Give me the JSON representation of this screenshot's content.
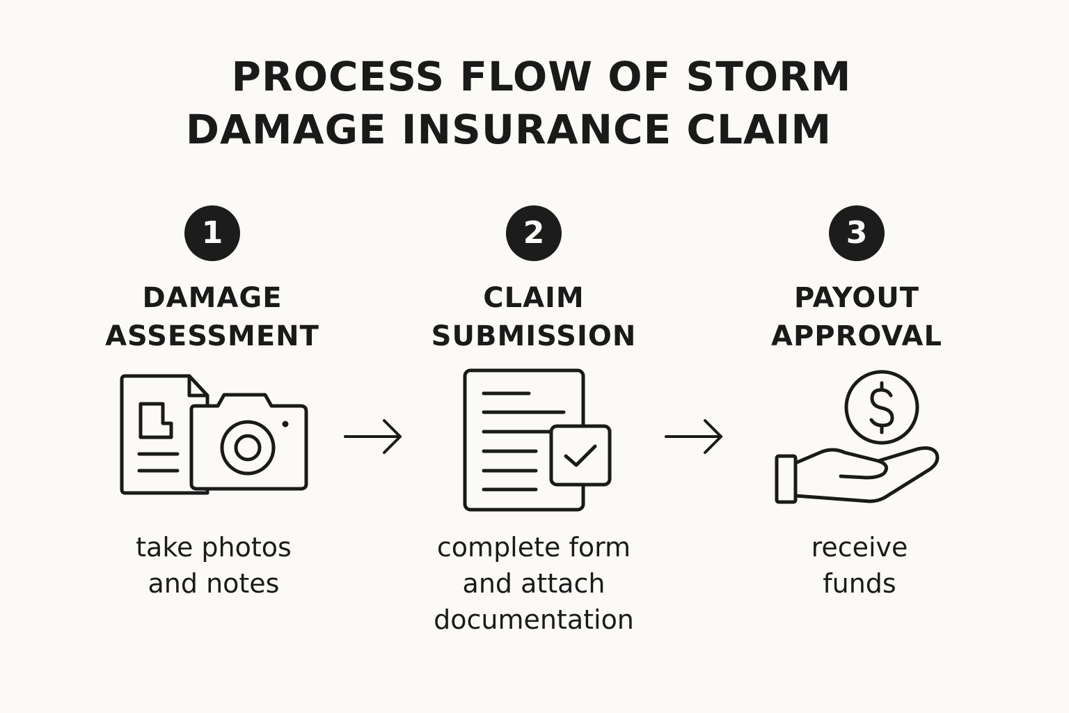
{
  "title": {
    "line1": "PROCESS FLOW OF STORM",
    "line2": "DAMAGE INSURANCE CLAIM"
  },
  "steps": [
    {
      "number": "1",
      "title_line1": "DAMAGE",
      "title_line2": "ASSESSMENT",
      "icon": "document-camera-icon",
      "desc_line1": "take photos",
      "desc_line2": "and notes"
    },
    {
      "number": "2",
      "title_line1": "CLAIM",
      "title_line2": "SUBMISSION",
      "icon": "form-checkbox-icon",
      "desc_line1": "complete form",
      "desc_line2": "and attach",
      "desc_line3": "documentation"
    },
    {
      "number": "3",
      "title_line1": "PAYOUT",
      "title_line2": "APPROVAL",
      "icon": "hand-coin-icon",
      "desc_line1": "receive",
      "desc_line2": "funds"
    }
  ],
  "connectors": [
    "arrow-right-icon",
    "arrow-right-icon"
  ],
  "colors": {
    "background": "#fcfaf6",
    "ink": "#1a1a1a"
  }
}
